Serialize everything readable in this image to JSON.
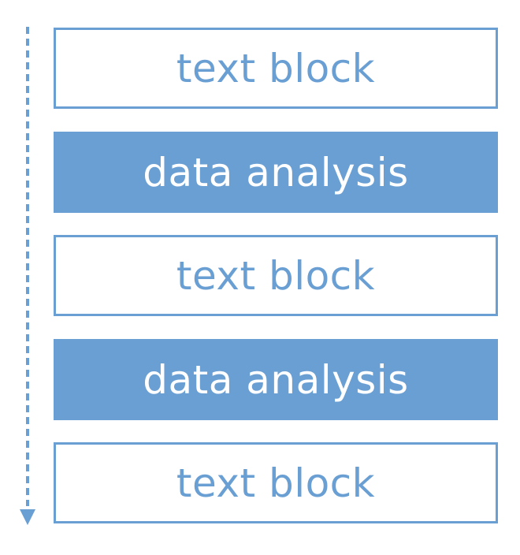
{
  "diagram": {
    "colors": {
      "accent": "#6a9fd4",
      "background": "#ffffff"
    },
    "flow_direction_icon": "dashed-down-arrow-icon",
    "blocks": [
      {
        "label": "text block",
        "style": "outline"
      },
      {
        "label": "data analysis",
        "style": "filled"
      },
      {
        "label": "text block",
        "style": "outline"
      },
      {
        "label": "data analysis",
        "style": "filled"
      },
      {
        "label": "text block",
        "style": "outline"
      }
    ]
  }
}
